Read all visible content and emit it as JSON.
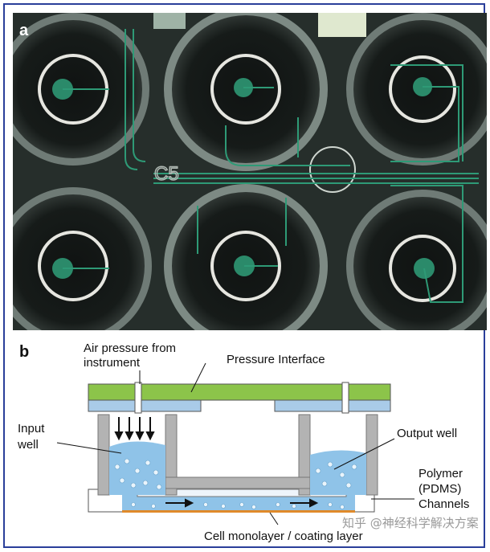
{
  "figure": {
    "panel_a": {
      "label": "a"
    },
    "panel_b": {
      "label": "b",
      "annotations": {
        "air_pressure": "Air pressure from instrument",
        "air_pressure_line1": "Air pressure from",
        "air_pressure_line2": "instrument",
        "pressure_interface": "Pressure Interface",
        "input_well_line1": "Input",
        "input_well_line2": "well",
        "output_well": "Output well",
        "polymer_line1": "Polymer",
        "polymer_line2": "(PDMS)",
        "polymer_line3": "Channels",
        "cell_monolayer": "Cell monolayer / coating layer"
      }
    },
    "watermark": "知乎 @神经科学解决方案"
  },
  "colors": {
    "frame": "#2a3f9a",
    "interface_green": "#8cc44a",
    "plate_blue": "#a9cbe8",
    "wall_gray": "#b3b3b3",
    "fluid_blue": "#8fc3e8",
    "coating_orange": "#e08a2a",
    "photo_background": "#1f2a28",
    "channel_green": "#2e9a76"
  }
}
